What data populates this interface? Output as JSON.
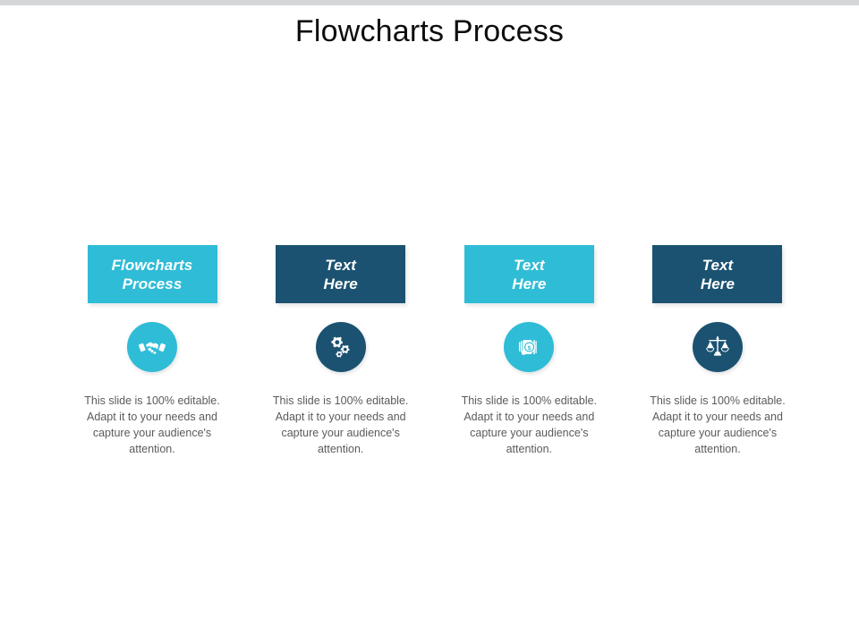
{
  "slide": {
    "title": "Flowcharts Process",
    "background_color": "#ffffff",
    "top_bar_color": "#d4d6d8",
    "accent_cyan": "#2fbcd6",
    "accent_navy": "#1b5271",
    "body_text_color": "#5b5b5b"
  },
  "columns": [
    {
      "label_line1": "Flowcharts",
      "label_line2": "Process",
      "box_color": "#2fbcd6",
      "box_style": "cyan",
      "icon": "handshake-icon",
      "icon_color": "#2fbcd6",
      "body": "This slide is 100% editable. Adapt it to your needs and capture your audience's attention."
    },
    {
      "label_line1": "Text",
      "label_line2": "Here",
      "box_color": "#1b5271",
      "box_style": "navy",
      "icon": "gears-icon",
      "icon_color": "#1b5271",
      "body": "This slide is 100% editable. Adapt it to your needs and capture your audience's attention."
    },
    {
      "label_line1": "Text",
      "label_line2": "Here",
      "box_color": "#2fbcd6",
      "box_style": "cyan",
      "icon": "money-cash-icon",
      "icon_color": "#2fbcd6",
      "body": "This slide is 100% editable. Adapt it to your needs and capture your audience's attention."
    },
    {
      "label_line1": "Text",
      "label_line2": "Here",
      "box_color": "#1b5271",
      "box_style": "navy",
      "icon": "balance-scales-icon",
      "icon_color": "#1b5271",
      "body": "This slide is 100% editable. Adapt it to your needs and capture your audience's attention."
    }
  ]
}
